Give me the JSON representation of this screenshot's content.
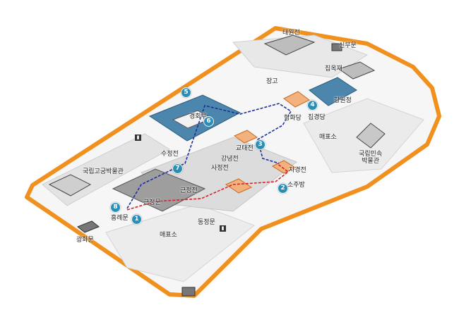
{
  "colors": {
    "wall": "#f0901e",
    "ground": "#e6e6e6",
    "pond": "#4d86ad",
    "highlight": "#f3b27d",
    "marker": "#2a8fb7",
    "route_blue": "#1e2f9c",
    "route_red": "#d8202a"
  },
  "icons": {
    "restroom": "restroom-icon"
  },
  "labels": {
    "taewonjeon": "태원전",
    "sinmumun": "신무문",
    "jibokjae": "집옥재",
    "janggo": "장고",
    "hyangwonjeong": "향원정",
    "gyeonghoeru": "경회루",
    "hamhwadang": "함화당",
    "jipgyeongdang": "집경당",
    "maepyoso_east": "매표소",
    "folk_museum": "국립민속\n박물관",
    "sujeongjeon": "수정전",
    "gyotaejeon": "교태전",
    "gangnyeongjeon": "강녕전",
    "sajeongjeon": "사정전",
    "jagyeongjeon": "자경전",
    "sojubang": "소주방",
    "palace_museum": "국립고궁박물관",
    "geunjeongjeon": "근정전",
    "geunjeongmun": "근정문",
    "heungnyemun": "흥례문",
    "dongsipjamun": "동정문",
    "maepyoso_south": "매표소",
    "gwanghwamun": "광화문"
  },
  "markers": [
    "1",
    "2",
    "3",
    "4",
    "5",
    "6",
    "7",
    "8"
  ]
}
